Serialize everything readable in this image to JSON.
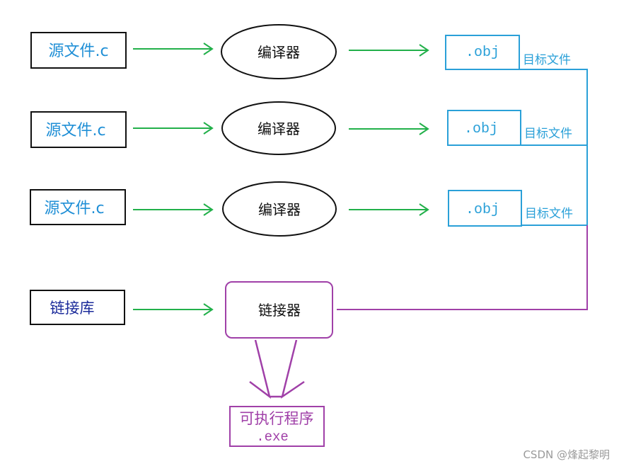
{
  "colors": {
    "source_text": "#1f8fd6",
    "box_border": "#111111",
    "arrow": "#22b04a",
    "obj": "#2aa0d8",
    "linker": "#a040a8",
    "library_text": "#1a2a9a",
    "compiler_text": "#111111",
    "watermark": "#9a9a9a"
  },
  "rows": [
    {
      "source": "源文件.c",
      "compiler": "编译器",
      "obj": ".obj",
      "obj_label": "目标文件"
    },
    {
      "source": "源文件.c",
      "compiler": "编译器",
      "obj": ".obj",
      "obj_label": "目标文件"
    },
    {
      "source": "源文件.c",
      "compiler": "编译器",
      "obj": ".obj",
      "obj_label": "目标文件"
    }
  ],
  "library": "链接库",
  "linker": "链接器",
  "output": {
    "title": "可执行程序",
    "ext": ".exe"
  },
  "watermark": "CSDN @烽起黎明"
}
